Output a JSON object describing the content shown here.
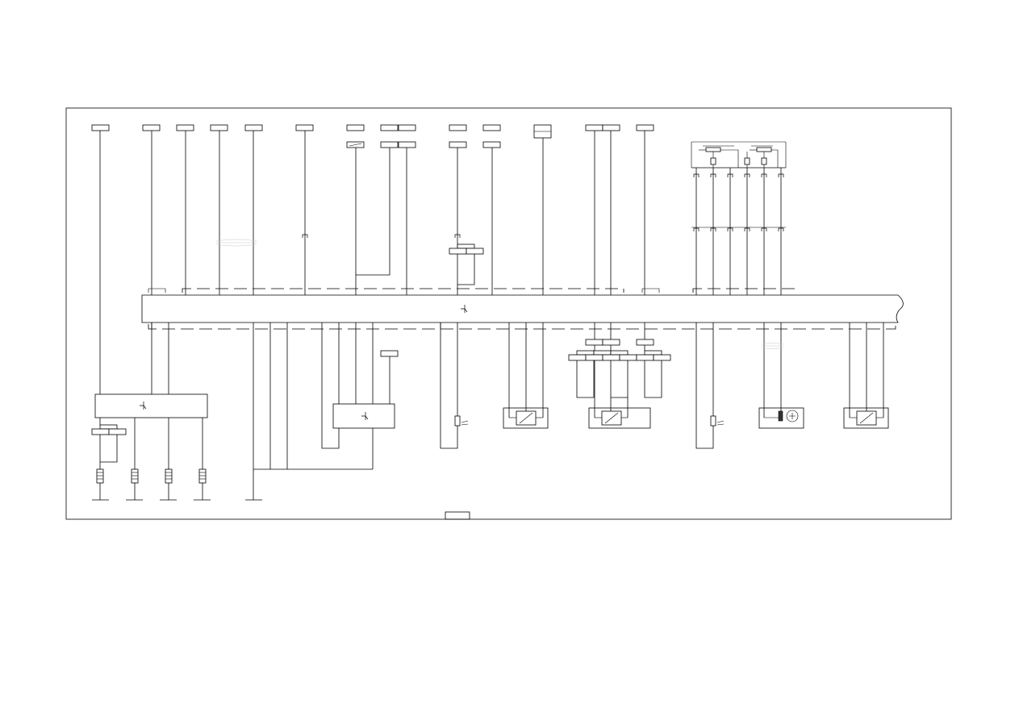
{
  "diagram": {
    "background": "#ffffff",
    "line_color": "#000000",
    "frame_label": "",
    "ground_symbol_count": 5,
    "connector_count_top": 15,
    "sensor_connector_count": 6,
    "component_icons": [
      "module-icon",
      "resistor-icon",
      "motor-icon",
      "relay-icon",
      "ground-icon",
      "connector-icon"
    ]
  }
}
